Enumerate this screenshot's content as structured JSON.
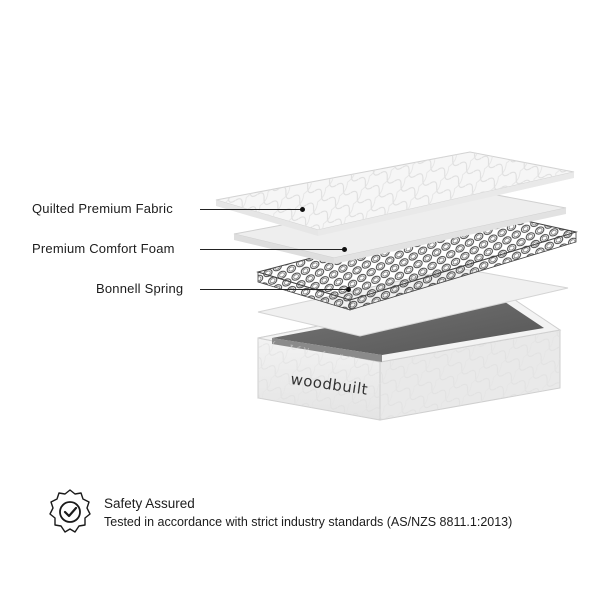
{
  "layers": [
    {
      "label": "Quilted  Premium Fabric"
    },
    {
      "label": "Premium Comfort Foam"
    },
    {
      "label": "Bonnell Spring"
    }
  ],
  "brand": {
    "name": "woodbuilt"
  },
  "safety": {
    "title": "Safety Assured",
    "description": "Tested in accordance with strict industry standards (AS/NZS 8811.1:2013)",
    "icon": "shield-check-icon"
  },
  "colors": {
    "fabric": "#f4f4f4",
    "foam": "#e9e9e9",
    "spring": "#3a3a3a",
    "base_cavity": "#666666",
    "text": "#1c1c1c"
  }
}
